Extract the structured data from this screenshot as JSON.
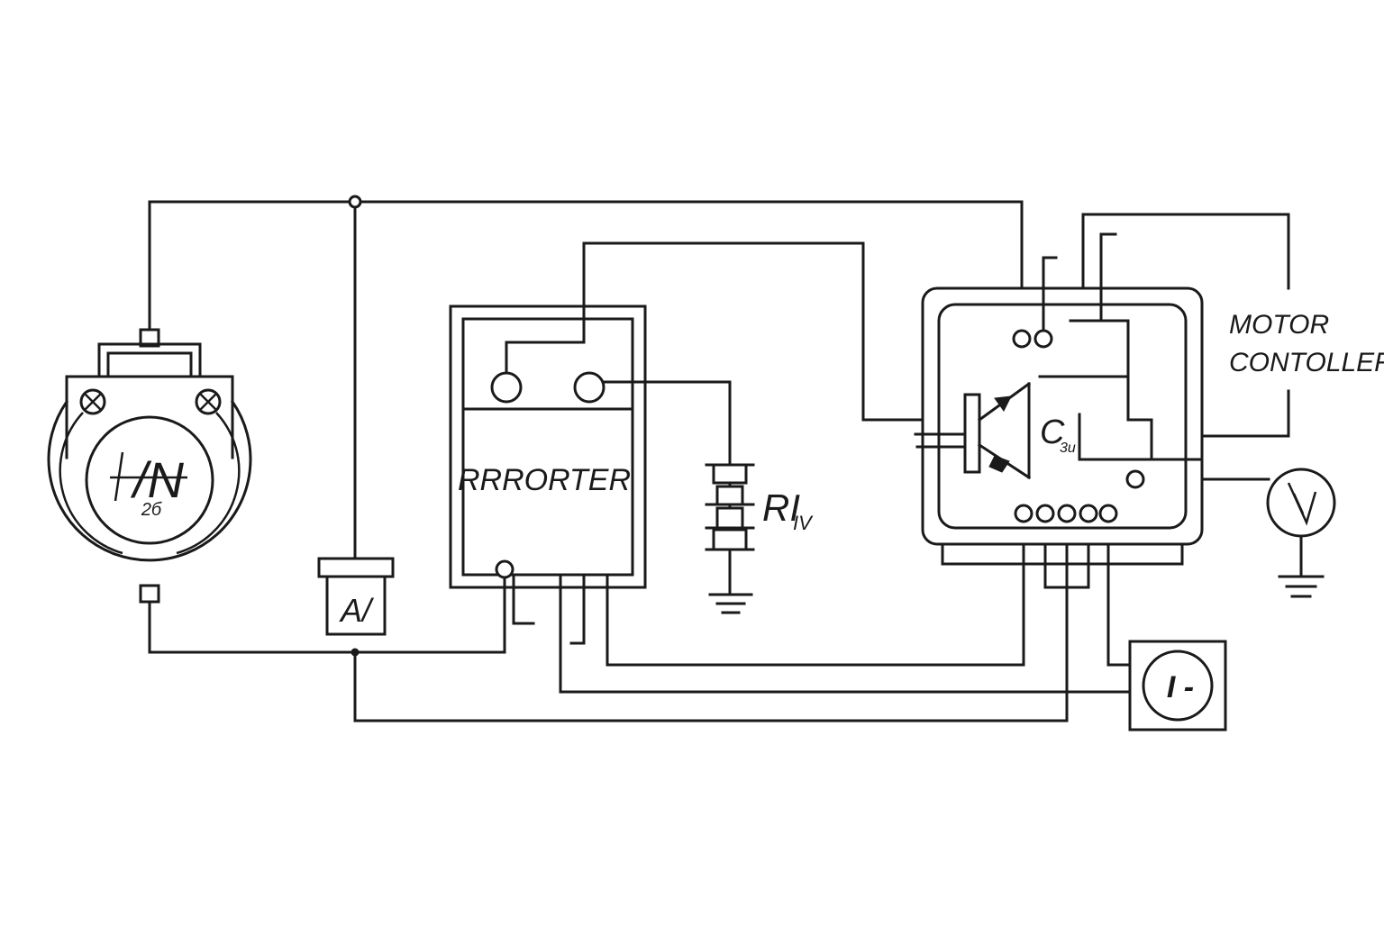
{
  "labels": {
    "motor_glyph": "/N",
    "motor_sub": "2б",
    "meter_glyph": "A/",
    "converter_title": "RRRORTER",
    "resistor_main": "RI",
    "resistor_sub": "IV",
    "controller_c": "C",
    "controller_c_sub": "3и",
    "controller_title_line1": "MOTOR",
    "controller_title_line2": "CONTOLLER",
    "outlet_glyph": "I -"
  },
  "icons": {
    "motor": "motor-icon",
    "meter": "meter-icon",
    "resistor": "resistor-icon",
    "ground": "ground-icon",
    "transistor": "transistor-icon",
    "voltmeter": "voltmeter-icon",
    "outlet": "power-outlet-icon"
  },
  "colors": {
    "line": "#1a1a1a",
    "background": "#ffffff"
  }
}
